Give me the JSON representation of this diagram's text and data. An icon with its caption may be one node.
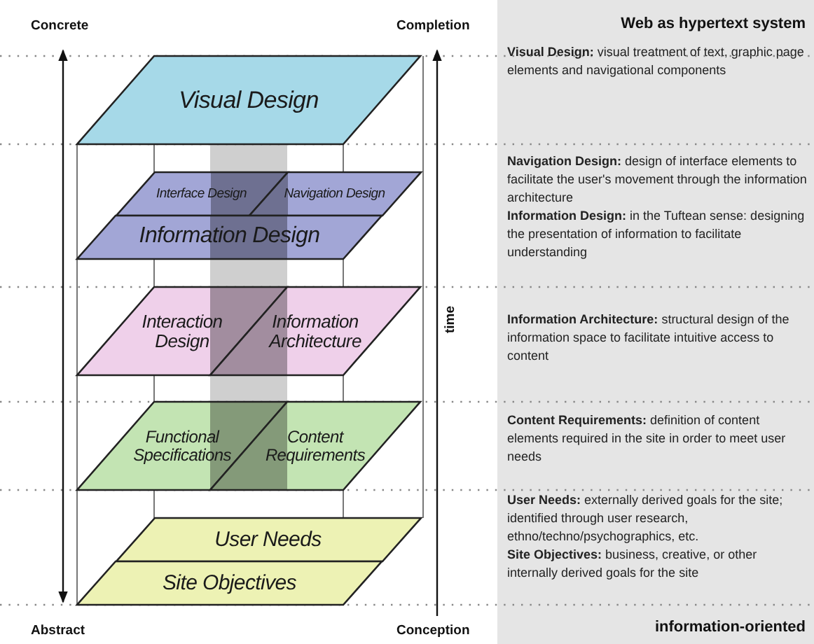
{
  "diagram": {
    "title": "Web as hypertext system",
    "nodes": [
      {
        "text": [
          "Visual Design"
        ]
      },
      {
        "text": [
          "Interface Design"
        ]
      },
      {
        "text": [
          "Navigation Design"
        ]
      },
      {
        "text": [
          "Information Design"
        ]
      },
      {
        "text": [
          "Interaction Design"
        ]
      },
      {
        "text": [
          "Information Architecture"
        ]
      },
      {
        "text": [
          "Functional Specifications"
        ]
      },
      {
        "text": [
          "Content Requirements"
        ]
      },
      {
        "text": [
          "User Needs"
        ]
      },
      {
        "text": [
          "Site Objectives"
        ]
      }
    ],
    "labels": [
      "Concrete",
      "Completion",
      "**Visual Design:** visual treatment of text, graphic page elements and navigational components",
      "**Navigation Design:** design of interface elements to facilitate the user's movement through the information architecture",
      "**Information Design:** in the Tuftean sense: designing the presentation of information to facilitate understanding",
      "time",
      "**Information Architecture:** structural design of the information space to facilitate intuitive access to content",
      "**Content Requirements:** definition of content elements required in the site in order to meet user needs",
      "**User Needs:** externally derived goals for the site; identified through user research, ethno/techno/psychographics, etc.",
      "**Site Objectives:** business, creative, or other internally derived goals for the site",
      "Abstract",
      "Conception",
      "information-oriented"
    ]
  }
}
